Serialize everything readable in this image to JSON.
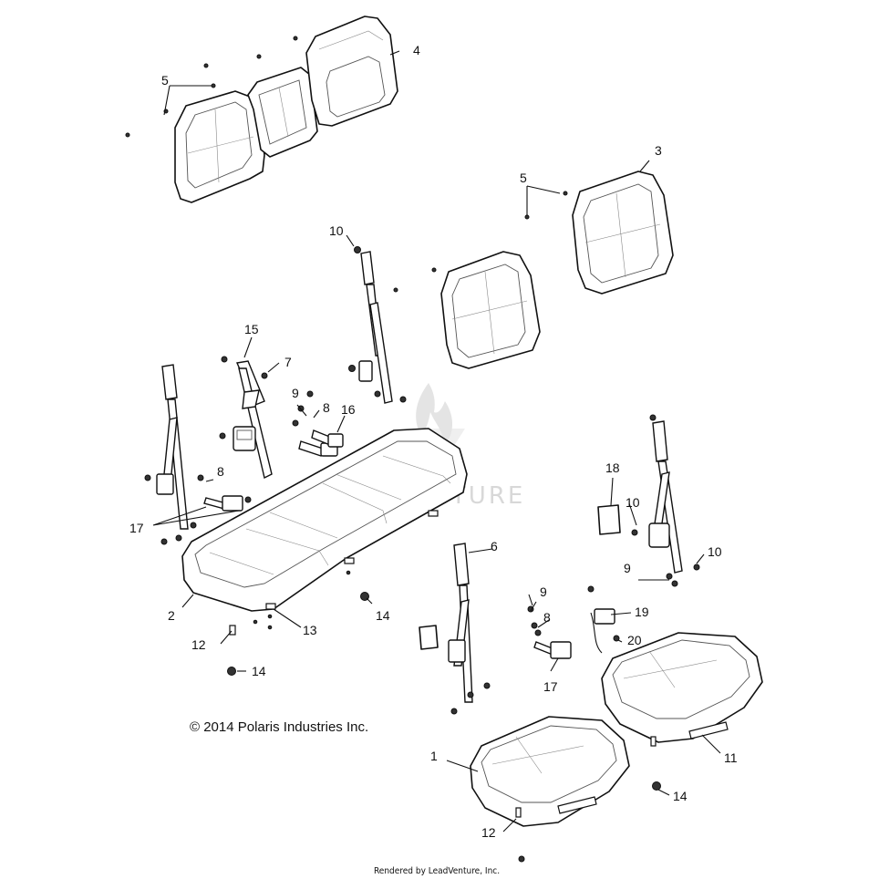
{
  "diagram": {
    "copyright": "© 2014 Polaris Industries Inc.",
    "render_credit": "Rendered by LeadVenture, Inc.",
    "watermark": "LEADVENTURE",
    "callouts": [
      {
        "id": "c4a",
        "label": "4"
      },
      {
        "id": "c5a",
        "label": "5"
      },
      {
        "id": "c3",
        "label": "3"
      },
      {
        "id": "c5b",
        "label": "5"
      },
      {
        "id": "c10a",
        "label": "10"
      },
      {
        "id": "c15",
        "label": "15"
      },
      {
        "id": "c7",
        "label": "7"
      },
      {
        "id": "c9a",
        "label": "9"
      },
      {
        "id": "c8a",
        "label": "8"
      },
      {
        "id": "c16",
        "label": "16"
      },
      {
        "id": "c8b",
        "label": "8"
      },
      {
        "id": "c17a",
        "label": "17"
      },
      {
        "id": "c18",
        "label": "18"
      },
      {
        "id": "c10b",
        "label": "10"
      },
      {
        "id": "c6",
        "label": "6"
      },
      {
        "id": "c9b",
        "label": "9"
      },
      {
        "id": "c10c",
        "label": "10"
      },
      {
        "id": "c2",
        "label": "2"
      },
      {
        "id": "c14a",
        "label": "14"
      },
      {
        "id": "c13",
        "label": "13"
      },
      {
        "id": "c12a",
        "label": "12"
      },
      {
        "id": "c14b",
        "label": "14"
      },
      {
        "id": "c9c",
        "label": "9"
      },
      {
        "id": "c8c",
        "label": "8"
      },
      {
        "id": "c19",
        "label": "19"
      },
      {
        "id": "c20",
        "label": "20"
      },
      {
        "id": "c17b",
        "label": "17"
      },
      {
        "id": "c1",
        "label": "1"
      },
      {
        "id": "c11",
        "label": "11"
      },
      {
        "id": "c14c",
        "label": "14"
      },
      {
        "id": "c12b",
        "label": "12"
      }
    ]
  }
}
